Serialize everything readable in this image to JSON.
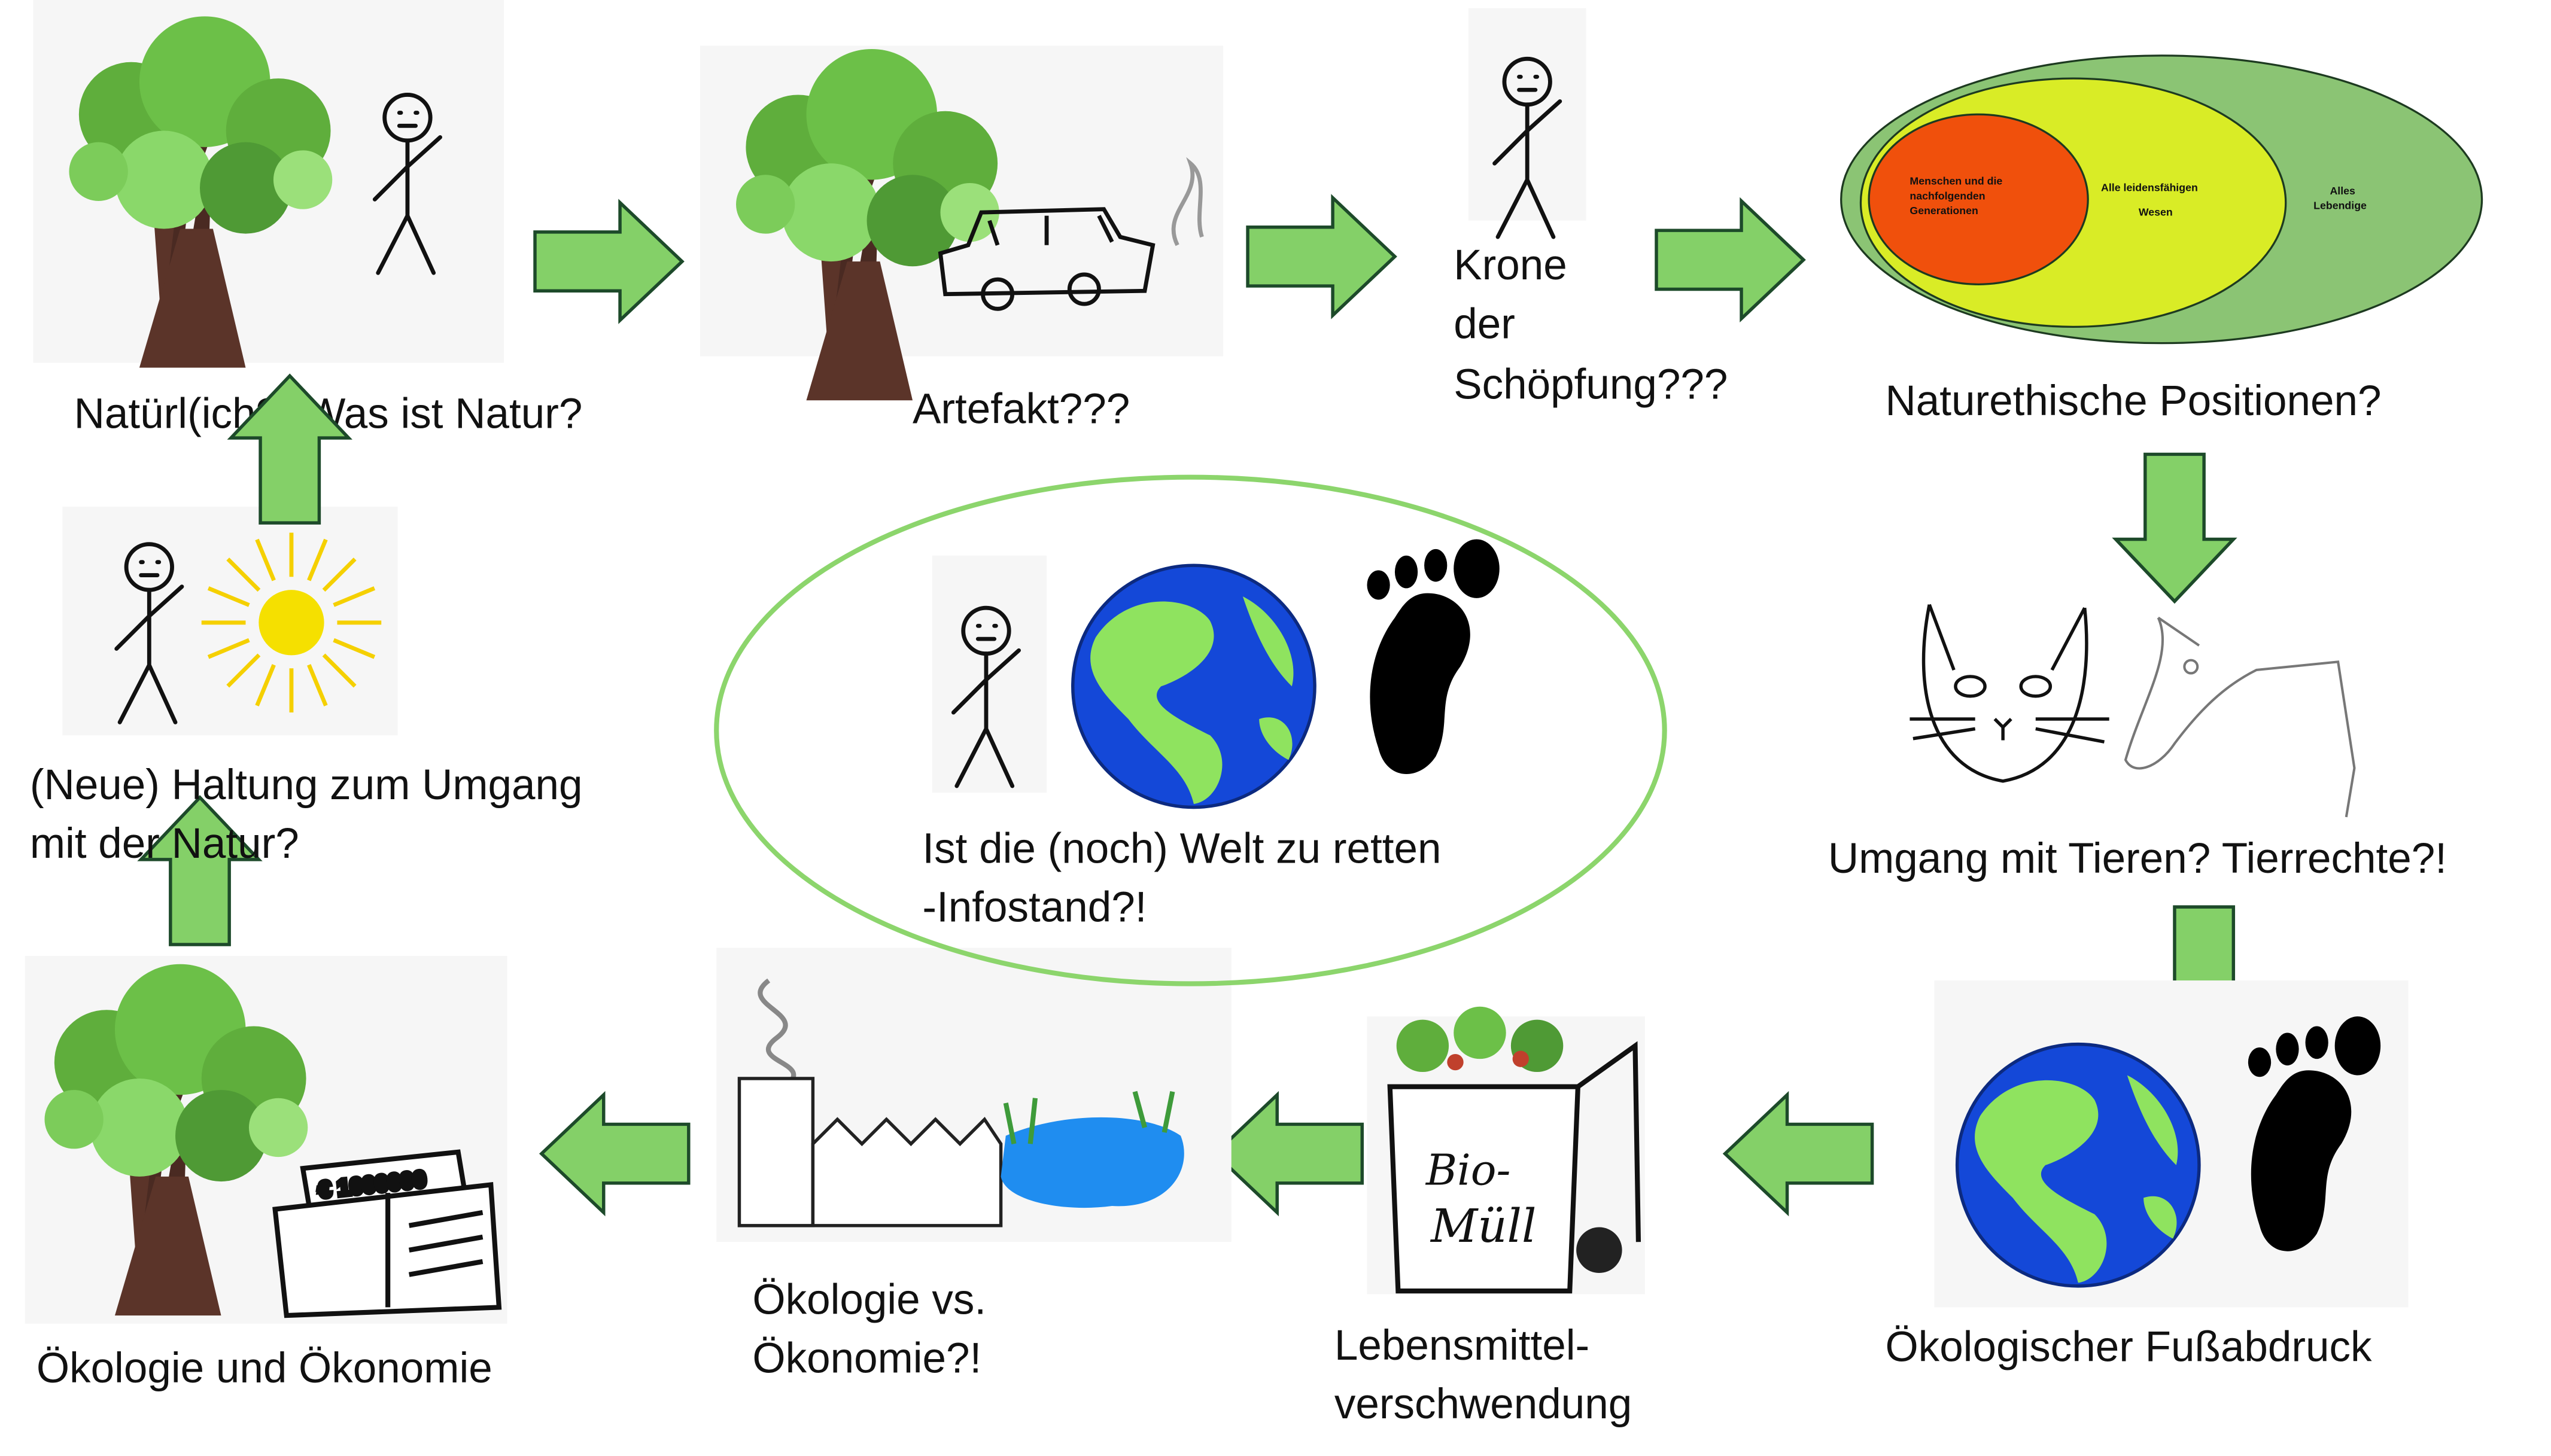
{
  "labels": {
    "natur": "Natürl(ich?) Was ist Natur?",
    "artefakt": "Artefakt???",
    "krone": [
      "Krone",
      "der",
      "Schöpfung???"
    ],
    "naturethik": "Naturethische Positionen?",
    "tiere": "Umgang mit Tieren? Tierrechte?!",
    "fussabdruck": "Ökologischer Fußabdruck",
    "lebensmittel": [
      "Lebensmittel-",
      "verschwendung"
    ],
    "oeko_vs": [
      "Ökologie vs.",
      "Ökonomie?!"
    ],
    "oeko_und": "Ökologie und Ökonomie",
    "haltung": [
      "(Neue) Haltung zum Umgang",
      "mit der Natur?"
    ],
    "center": [
      "Ist die (noch) Welt zu retten",
      "-Infostand?!"
    ]
  },
  "ethics_diagram": {
    "inner": [
      "Menschen und die",
      "nachfolgenden",
      "Generationen"
    ],
    "middle": [
      "Alle leidensfähigen",
      "Wesen"
    ],
    "outer": [
      "Alles",
      "Lebendige"
    ]
  },
  "bin_text": [
    "Bio-",
    "Müll"
  ],
  "wallet_text": "€ 1000000",
  "colors": {
    "arrow": "#84d068",
    "arrow_outline": "#1d4a2a",
    "outer_ellipse": "#8bc474",
    "middle_ellipse": "#d9ec26",
    "inner_ellipse": "#f0500c",
    "earth_ocean": "#1448d8",
    "earth_land": "#8fe35f",
    "center_ring": "#8cd56c"
  }
}
